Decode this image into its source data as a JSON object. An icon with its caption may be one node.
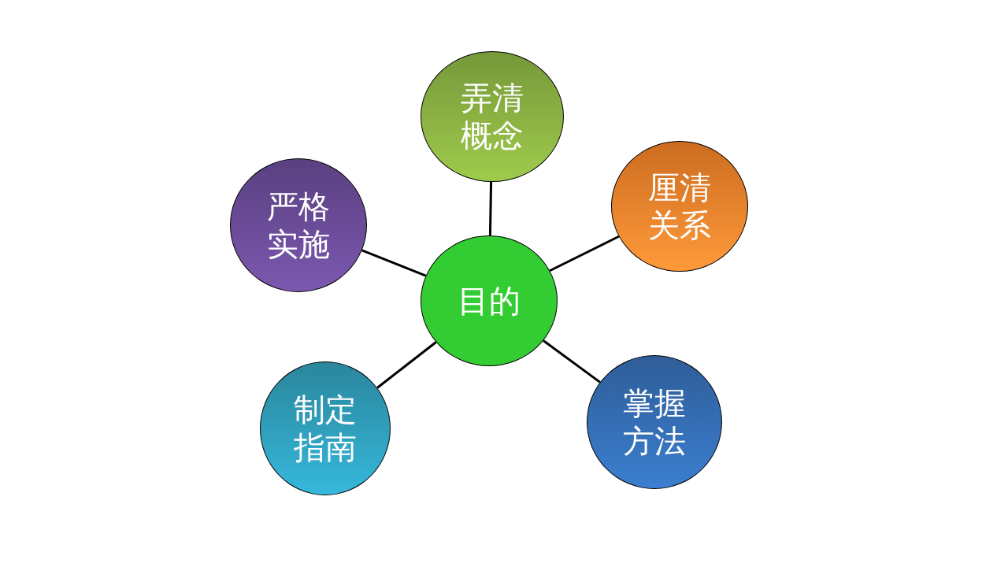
{
  "diagram": {
    "nodes": [
      {
        "text": [
          "目的"
        ]
      },
      {
        "text": [
          "弄清概念"
        ]
      },
      {
        "text": [
          "厘清关系"
        ]
      },
      {
        "text": [
          "掌握方法"
        ]
      },
      {
        "text": [
          "制定指南"
        ]
      },
      {
        "text": [
          "严格实施"
        ]
      }
    ],
    "edges": [
      {
        "from": 0,
        "to": 1,
        "arrow": "none"
      },
      {
        "from": 0,
        "to": 2,
        "arrow": "none"
      },
      {
        "from": 0,
        "to": 3,
        "arrow": "none"
      },
      {
        "from": 0,
        "to": 4,
        "arrow": "none"
      },
      {
        "from": 0,
        "to": 5,
        "arrow": "none"
      }
    ]
  }
}
